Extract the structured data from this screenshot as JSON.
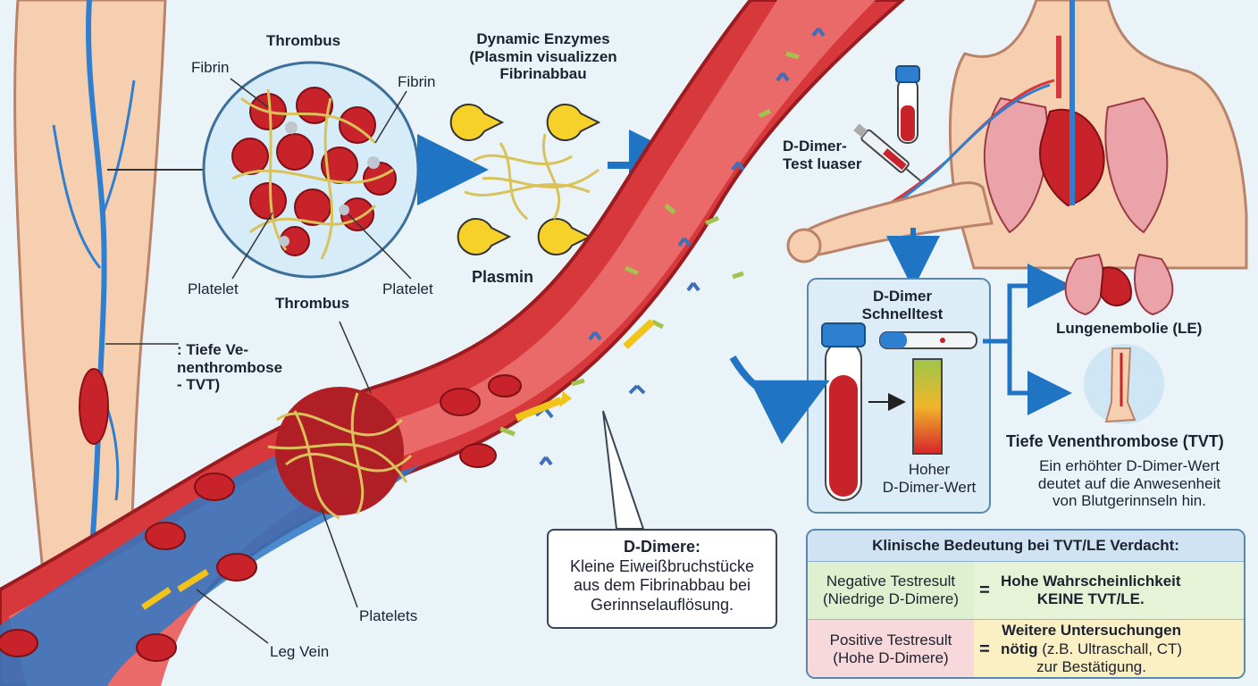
{
  "labels": {
    "thrombus_top": "Thrombus",
    "fibrin_left": "Fibrin",
    "fibrin_right": "Fibrin",
    "platelet_left": "Platelet",
    "platelet_right": "Platelet",
    "thrombus_mid": "Thrombus",
    "enzymes_line1": "Dynamic Enzymes",
    "enzymes_line2": "(Plasmin visualizzen",
    "enzymes_line3": "Fibrinabbau",
    "plasmin": "Plasmin",
    "tvt_line1": ": Tiefe Ve-",
    "tvt_line2": "nenthrombose",
    "tvt_line3": "- TVT)",
    "ddimer_test_line1": "D-Dimer-",
    "ddimer_test_line2": "Test luaser",
    "platelets": "Platelets",
    "leg_vein": "Leg Vein"
  },
  "callout": {
    "title": "D-Dimere:",
    "line1": "Kleine Eiweißbruchstücke",
    "line2": "aus dem Fibrinabbau bei",
    "line3": "Gerinnselauflösung."
  },
  "schnelltest": {
    "title_line1": "D-Dimer",
    "title_line2": "Schnelltest",
    "result_line1": "Hoher",
    "result_line2": "D-Dimer-Wert"
  },
  "outcomes": {
    "le": "Lungenembolie (LE)",
    "tvt": "Tiefe Venenthrombose (TVT)",
    "note_line1": "Ein erhöhter D-Dimer-Wert",
    "note_line2": "deutet auf die Anwesenheit",
    "note_line3": "von Blutgerinnseln hin."
  },
  "table": {
    "header": "Klinische Bedeutung bei TVT/LE Verdacht:",
    "rows": [
      {
        "test_line1": "Negative Testresult",
        "test_line2": "(Niedrige D-Dimere)",
        "eq": "=",
        "meaning_line1": "Hohe Wahrscheinlichkeit",
        "meaning_line2": "KEINE TVT/LE."
      },
      {
        "test_line1": "Positive Testresult",
        "test_line2": "(Hohe D-Dimere)",
        "eq": "=",
        "meaning_line1": "Weitere Untersuchungen",
        "meaning_line2a": "nötig",
        "meaning_line2b": " (z.B. Ultraschall, CT)",
        "meaning_line3": "zur Bestätigung."
      }
    ]
  },
  "colors": {
    "blood_red": "#c8222a",
    "vein_blue": "#2f7fd0",
    "fibrin_yellow": "#d9c25a",
    "skin": "#f6cfb0",
    "arrow_blue": "#1f74c4",
    "arrow_yellow": "#f2c318"
  }
}
